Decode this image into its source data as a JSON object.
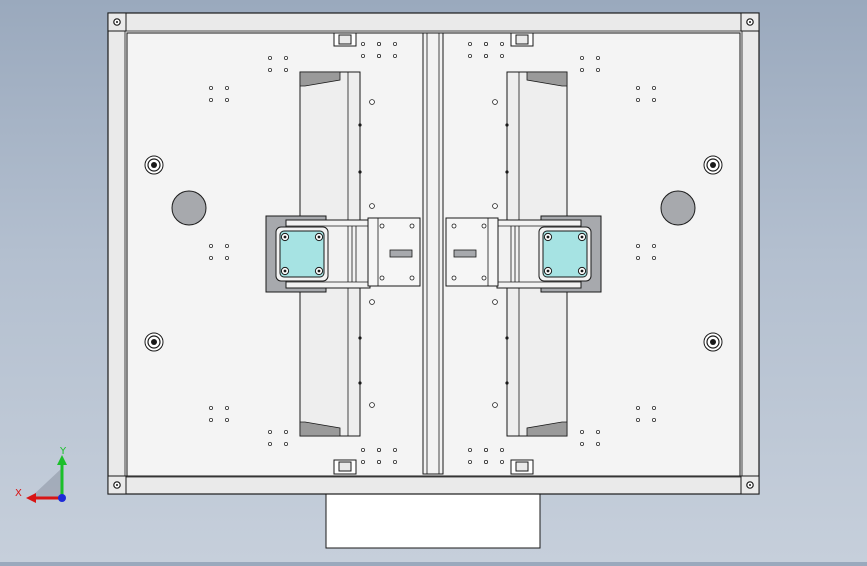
{
  "view": {
    "type": "CAD orthographic top view",
    "background_gradient": [
      "#9aa9bd",
      "#c6cfdb"
    ],
    "line_color": "#1a1a1a",
    "part_fill": "#eaeaea",
    "shade_fill": "#9a9a9a",
    "pocket_fill": "#a7a9ad",
    "window_fill": "#a6e3e3"
  },
  "triad": {
    "x_label": "X",
    "y_label": "Y",
    "x_color": "#d81414",
    "y_color": "#1bbf2a",
    "z_color": "#1d2ad8"
  }
}
